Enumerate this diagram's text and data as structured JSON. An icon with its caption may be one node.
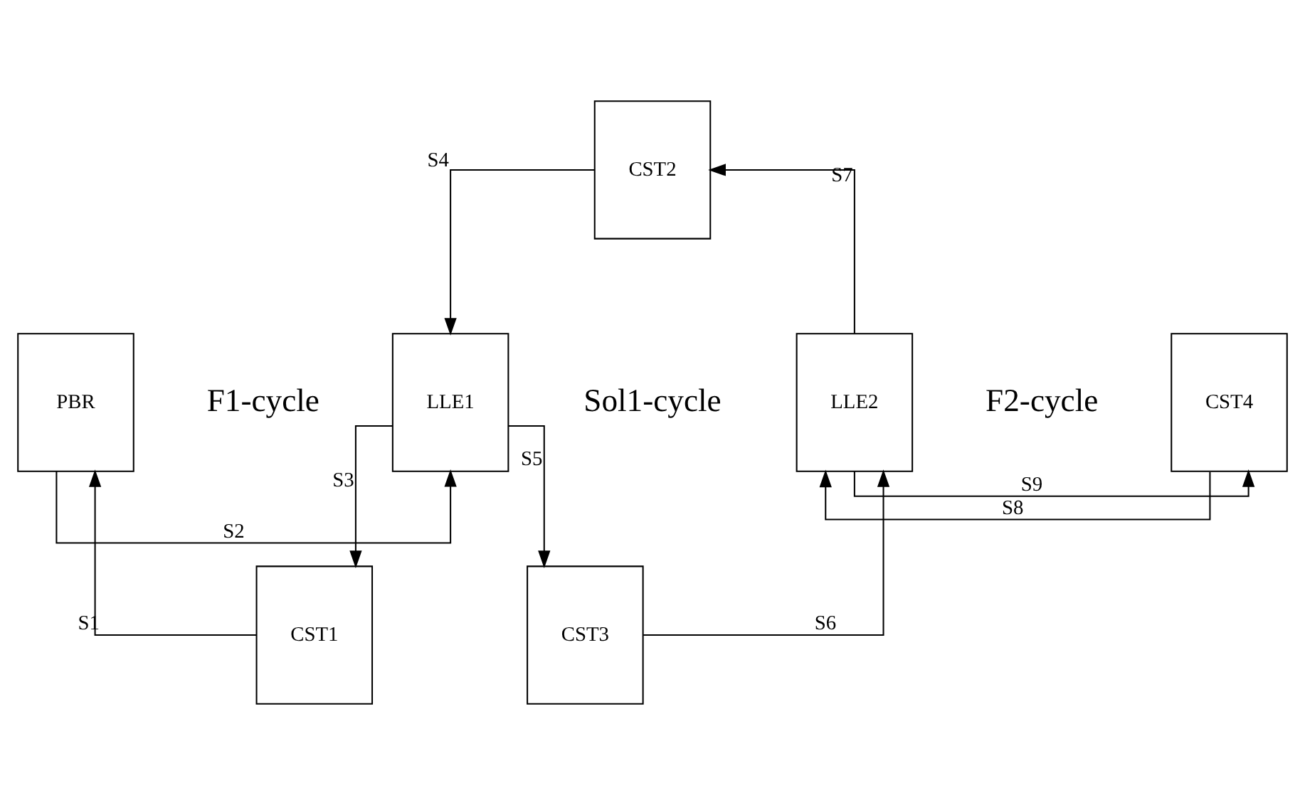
{
  "diagram": {
    "nodes": [
      {
        "text": [
          "CST2"
        ]
      },
      {
        "text": [
          "PBR"
        ]
      },
      {
        "text": [
          "LLE1"
        ]
      },
      {
        "text": [
          "LLE2"
        ]
      },
      {
        "text": [
          "CST4"
        ]
      },
      {
        "text": [
          "CST1"
        ]
      },
      {
        "text": [
          "CST3"
        ]
      }
    ],
    "edges": [
      {
        "from": 5,
        "to": 1,
        "arrow": "to",
        "label": "S1"
      },
      {
        "from": 1,
        "to": 2,
        "arrow": "to",
        "label": "S2"
      },
      {
        "from": 2,
        "to": 5,
        "arrow": "to",
        "label": "S3"
      },
      {
        "from": 0,
        "to": 2,
        "arrow": "to",
        "label": "S4"
      },
      {
        "from": 2,
        "to": 6,
        "arrow": "to",
        "label": "S5"
      },
      {
        "from": 6,
        "to": 3,
        "arrow": "to",
        "label": "S6"
      },
      {
        "from": 3,
        "to": 0,
        "arrow": "to",
        "label": "S7"
      },
      {
        "from": 4,
        "to": 3,
        "arrow": "to",
        "label": "S8"
      },
      {
        "from": 3,
        "to": 4,
        "arrow": "to",
        "label": "S9"
      }
    ],
    "labels": [
      "F1-cycle",
      "Sol1-cycle",
      "F2-cycle"
    ]
  }
}
